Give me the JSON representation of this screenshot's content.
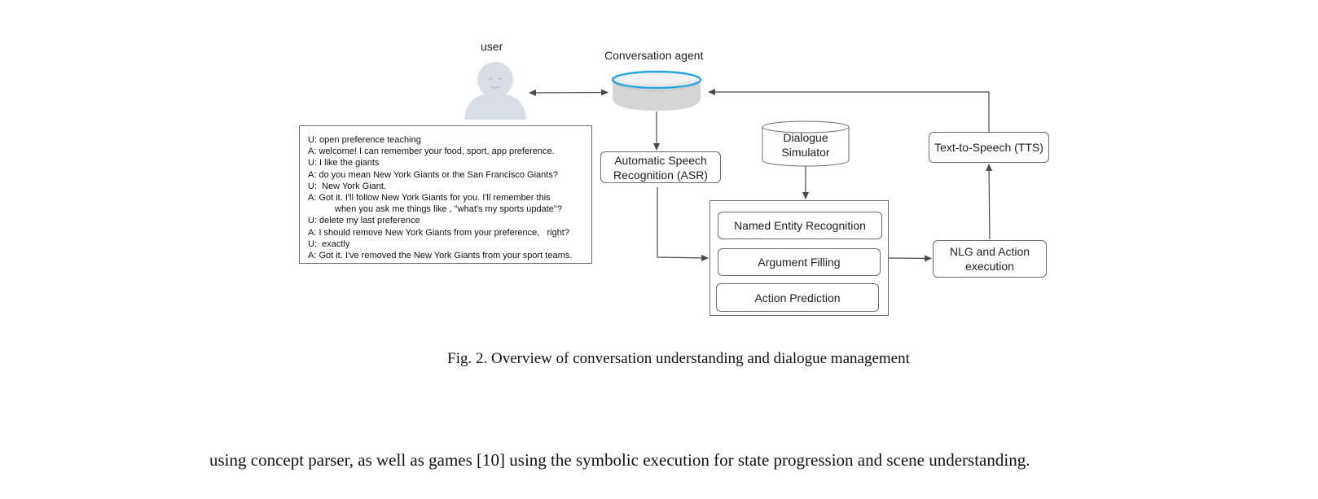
{
  "figure": {
    "user_label": "user",
    "agent_label": "Conversation agent",
    "asr_label": "Automatic Speech Recognition (ASR)",
    "simulator_label": "Dialogue Simulator",
    "tts_label": "Text-to-Speech (TTS)",
    "ner_label": "Named Entity Recognition",
    "arg_label": "Argument Filling",
    "action_label": "Action Prediction",
    "nlg_label": "NLG and Action execution",
    "dialog_lines": [
      "U: open preference teaching",
      "A: welcome! I can remember your food, sport, app preference.",
      "U: I like the giants",
      "A: do you mean New York Giants or the San Francisco Giants?",
      "U:  New York Giant.",
      "A: Got it. I'll follow New York Giants for you. I'll remember this",
      "when you ask me things like , \"what's my sports update\"?",
      "U: delete my last preference",
      "A: I should remove New York Giants from your preference,   right?",
      "U:  exactly",
      "A: Got it. I've removed the New York Giants from your sport teams."
    ],
    "caption": "Fig. 2.  Overview of conversation understanding and dialogue management"
  },
  "body_text": "using concept parser, as well as games [10] using the symbolic execution for state progression and scene understanding.",
  "colors": {
    "line": "#4a4a4a",
    "device_ring": "#2aa7df",
    "user_icon": "#d9dde6"
  }
}
